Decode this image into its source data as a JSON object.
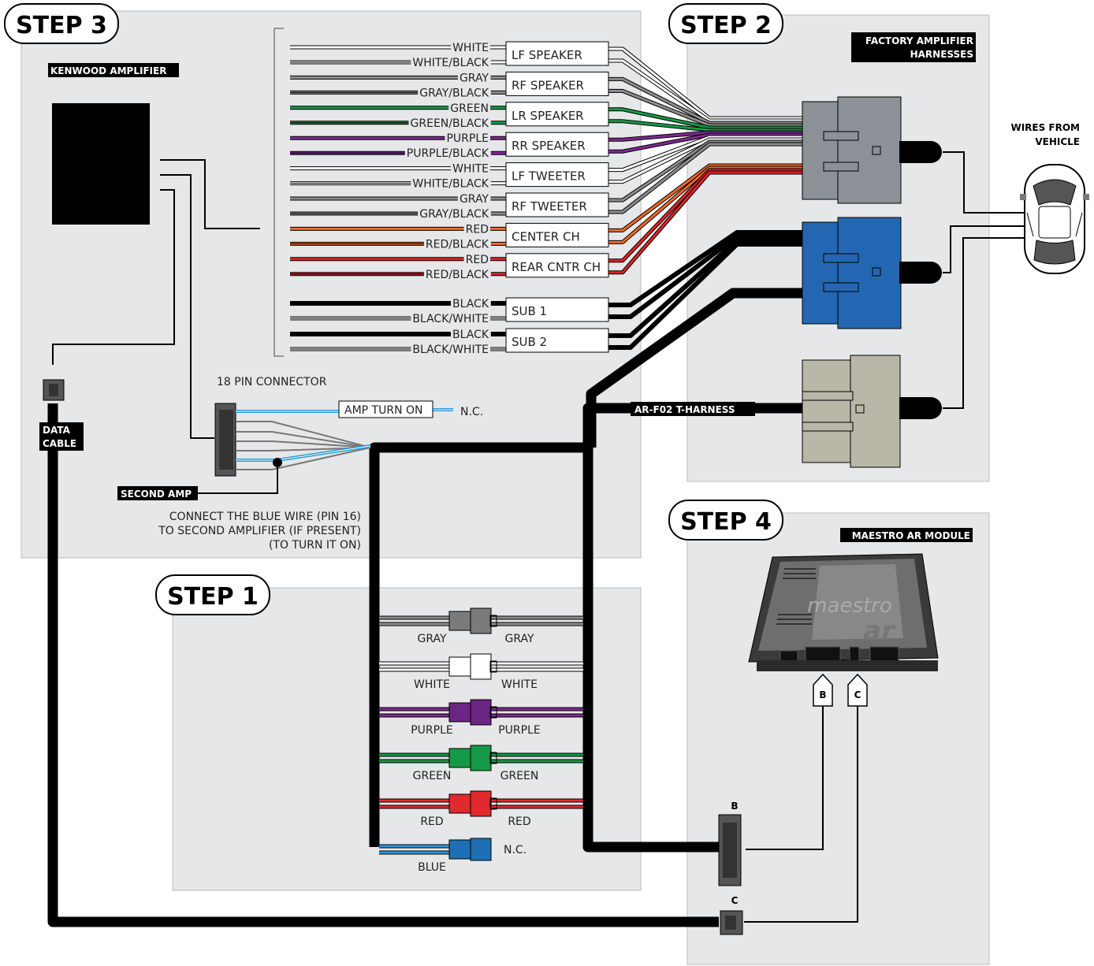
{
  "steps": {
    "s1": "STEP 1",
    "s2": "STEP 2",
    "s3": "STEP 3",
    "s4": "STEP 4"
  },
  "tags": {
    "kenwood": "KENWOOD AMPLIFIER",
    "factory_l1": "FACTORY AMPLIFIER",
    "factory_l2": "HARNESSES",
    "wires_l1": "WIRES FROM",
    "wires_l2": "VEHICLE",
    "maestro": "MAESTRO AR MODULE",
    "second_amp": "SECOND AMP",
    "data_l1": "DATA",
    "data_l2": "CABLE",
    "tharness": "AR-F02 T-HARNESS"
  },
  "labels": {
    "pin18": "18 PIN CONNECTOR",
    "amp_turn_on": "AMP TURN ON",
    "nc": "N.C.",
    "note_l1": "CONNECT THE BLUE WIRE (PIN 16)",
    "note_l2": "TO SECOND AMPLIFIER (IF PRESENT)",
    "note_l3": "(TO TURN IT ON)",
    "conn_b": "B",
    "conn_c": "C",
    "maestro_brand": "maestro",
    "maestro_ar": "ar"
  },
  "speakers": [
    {
      "box": "LF SPEAKER",
      "w1": "WHITE",
      "w2": "WHITE/BLACK",
      "c1": "#ffffff",
      "c2": "#ffffff",
      "s": "#ffffff"
    },
    {
      "box": "RF SPEAKER",
      "w1": "GRAY",
      "w2": "GRAY/BLACK",
      "c1": "#8e8e8e",
      "c2": "#8e8e8e",
      "s": "#8e8e8e"
    },
    {
      "box": "LR SPEAKER",
      "w1": "GREEN",
      "w2": "GREEN/BLACK",
      "c1": "#169946",
      "c2": "#169946",
      "s": "#169946"
    },
    {
      "box": "RR SPEAKER",
      "w1": "PURPLE",
      "w2": "PURPLE/BLACK",
      "c1": "#7d2a91",
      "c2": "#7d2a91",
      "s": "#7d2a91"
    },
    {
      "box": "LF TWEETER",
      "w1": "WHITE",
      "w2": "WHITE/BLACK",
      "c1": "#ffffff",
      "c2": "#ffffff",
      "s": "#ffffff"
    },
    {
      "box": "RF TWEETER",
      "w1": "GRAY",
      "w2": "GRAY/BLACK",
      "c1": "#8e8e8e",
      "c2": "#8e8e8e",
      "s": "#8e8e8e"
    },
    {
      "box": "CENTER CH",
      "w1": "RED",
      "w2": "RED/BLACK",
      "c1": "#ee6a2a",
      "c2": "#ee6a2a",
      "s": "#ee6a2a"
    },
    {
      "box": "REAR CNTR CH",
      "w1": "RED",
      "w2": "RED/BLACK",
      "c1": "#d9252a",
      "c2": "#d9252a",
      "s": "#d9252a"
    }
  ],
  "subs": [
    {
      "box": "SUB 1",
      "w1": "BLACK",
      "w2": "BLACK/WHITE"
    },
    {
      "box": "SUB 2",
      "w1": "BLACK",
      "w2": "BLACK/WHITE"
    }
  ],
  "step1_pairs": [
    {
      "left": "GRAY",
      "right": "GRAY",
      "color": "#8e8e8e",
      "plug": "#7a7a7a"
    },
    {
      "left": "WHITE",
      "right": "WHITE",
      "color": "#ffffff",
      "plug": "#ffffff"
    },
    {
      "left": "PURPLE",
      "right": "PURPLE",
      "color": "#7d2a91",
      "plug": "#6b2583"
    },
    {
      "left": "GREEN",
      "right": "GREEN",
      "color": "#169946",
      "plug": "#169946"
    },
    {
      "left": "RED",
      "right": "RED",
      "color": "#e22a2e",
      "plug": "#e22a2e"
    },
    {
      "left": "BLUE",
      "right": "N.C.",
      "color": "#2a9ad8",
      "plug": "#1f6fb5"
    }
  ],
  "colors": {
    "panel": "#e6e7e8",
    "panel_border": "#bcbec0",
    "black": "#000000",
    "gray_conn": "#8b9197",
    "blue_conn": "#2367b2",
    "tan_conn": "#b9b7a7",
    "blue_wire": "#2a9ad8"
  }
}
